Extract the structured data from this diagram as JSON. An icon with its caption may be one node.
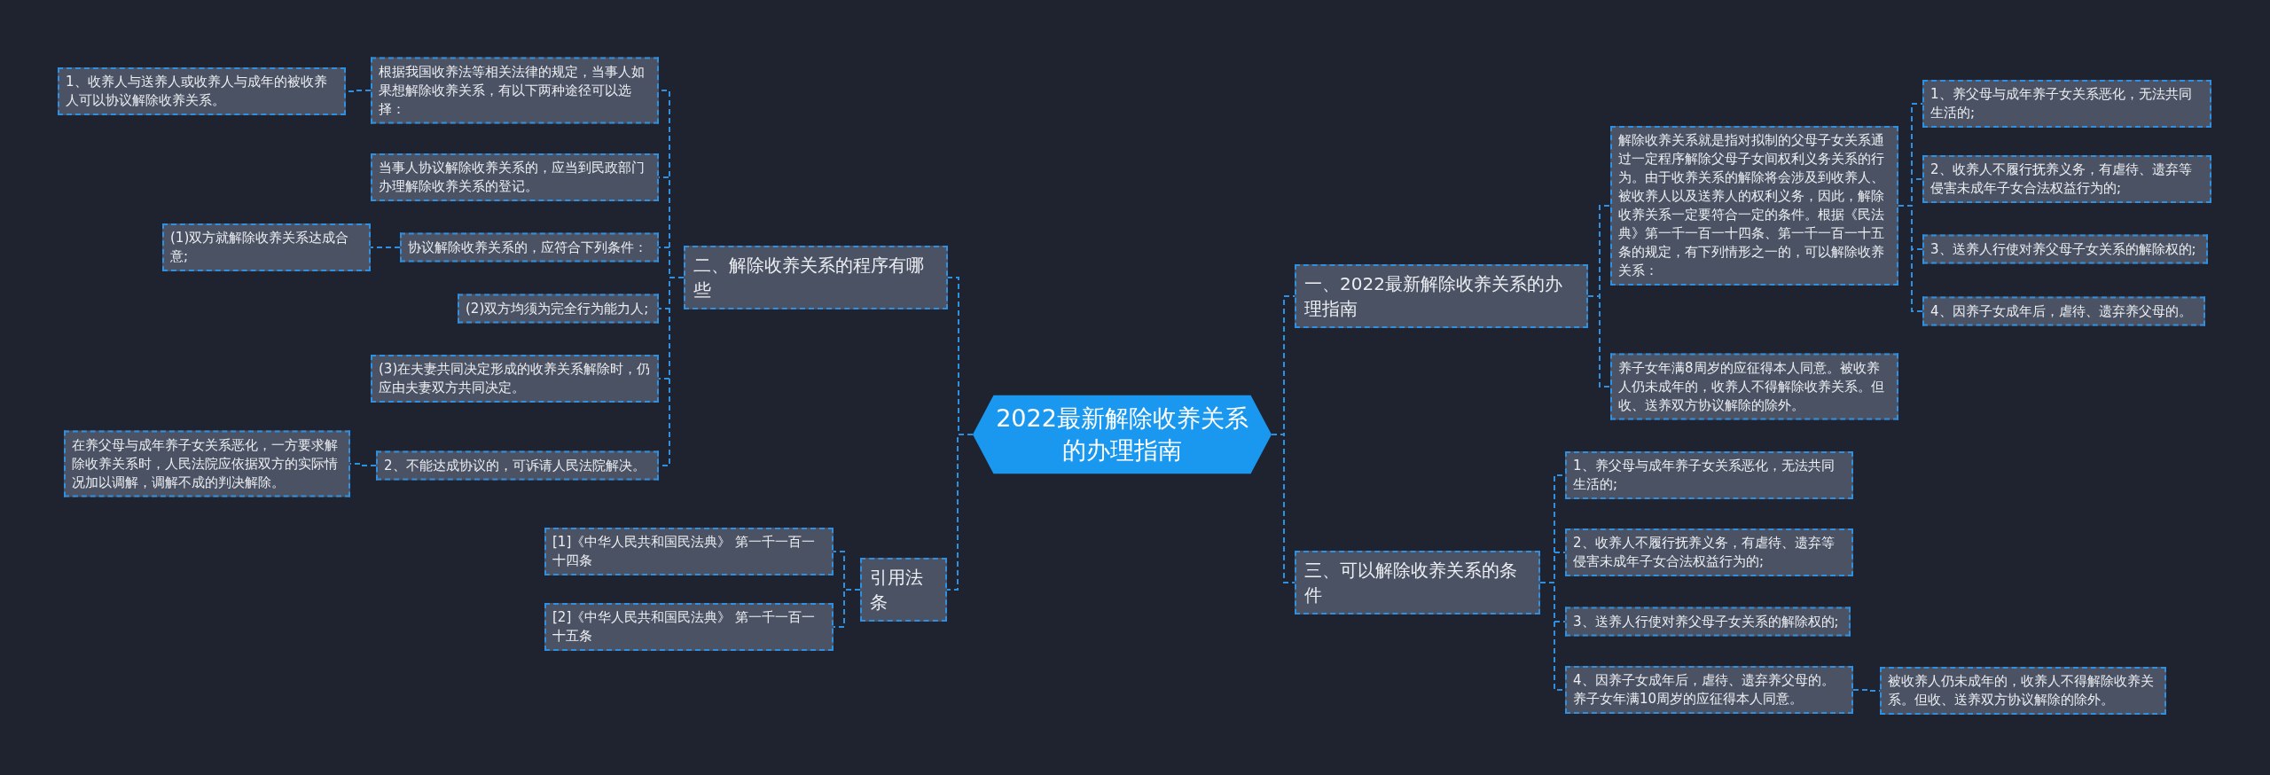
{
  "diagram": {
    "nodes": [
      {
        "text": [
          "2022最新解除收养关系的办理指南"
        ]
      },
      {
        "text": [
          "二、解除收养关系的程序有哪些"
        ]
      },
      {
        "text": [
          "根据我国收养法等相关法律的规定，当事人如果想解除收养关系，有以下两种途径可以选择："
        ]
      },
      {
        "text": [
          "1、收养人与送养人或收养人与成年的被收养人可以协议解除收养关系。"
        ]
      },
      {
        "text": [
          "当事人协议解除收养关系的，应当到民政部门办理解除收养关系的登记。"
        ]
      },
      {
        "text": [
          "协议解除收养关系的，应符合下列条件："
        ]
      },
      {
        "text": [
          "(1)双方就解除收养关系达成合意;"
        ]
      },
      {
        "text": [
          "(2)双方均须为完全行为能力人;"
        ]
      },
      {
        "text": [
          "(3)在夫妻共同决定形成的收养关系解除时，仍应由夫妻双方共同决定。"
        ]
      },
      {
        "text": [
          "2、不能达成协议的，可诉请人民法院解决。"
        ]
      },
      {
        "text": [
          "在养父母与成年养子女关系恶化，一方要求解除收养关系时，人民法院应依据双方的实际情况加以调解，调解不成的判决解除。"
        ]
      },
      {
        "text": [
          "引用法条"
        ]
      },
      {
        "text": [
          "[1]《中华人民共和国民法典》 第一千一百一十四条"
        ]
      },
      {
        "text": [
          "[2]《中华人民共和国民法典》 第一千一百一十五条"
        ]
      },
      {
        "text": [
          "一、2022最新解除收养关系的办理指南"
        ]
      },
      {
        "text": [
          "解除收养关系就是指对拟制的父母子女关系通过一定程序解除父母子女间权利义务关系的行为。由于收养关系的解除将会涉及到收养人、被收养人以及送养人的权利义务，因此，解除收养关系一定要符合一定的条件。根据《民法典》第一千一百一十四条、第一千一百一十五条的规定，有下列情形之一的，可以解除收养关系："
        ]
      },
      {
        "text": [
          "1、养父母与成年养子女关系恶化，无法共同生活的;"
        ]
      },
      {
        "text": [
          "2、收养人不履行抚养义务，有虐待、遗弃等侵害未成年子女合法权益行为的;"
        ]
      },
      {
        "text": [
          "3、送养人行使对养父母子女关系的解除权的;"
        ]
      },
      {
        "text": [
          "4、因养子女成年后，虐待、遗弃养父母的。"
        ]
      },
      {
        "text": [
          "养子女年满8周岁的应征得本人同意。被收养人仍未成年的，收养人不得解除收养关系。但收、送养双方协议解除的除外。"
        ]
      },
      {
        "text": [
          "三、可以解除收养关系的条件"
        ]
      },
      {
        "text": [
          "1、养父母与成年养子女关系恶化，无法共同生活的;"
        ]
      },
      {
        "text": [
          "2、收养人不履行抚养义务，有虐待、遗弃等侵害未成年子女合法权益行为的;"
        ]
      },
      {
        "text": [
          "3、送养人行使对养父母子女关系的解除权的;"
        ]
      },
      {
        "text": [
          "4、因养子女成年后，虐待、遗弃养父母的。养子女年满10周岁的应征得本人同意。"
        ]
      },
      {
        "text": [
          "被收养人仍未成年的，收养人不得解除收养关系。但收、送养双方协议解除的除外。"
        ]
      }
    ],
    "edges": [
      {
        "from": 0,
        "to": 1,
        "arrow": "none"
      },
      {
        "from": 1,
        "to": 2,
        "arrow": "none"
      },
      {
        "from": 2,
        "to": 3,
        "arrow": "none"
      },
      {
        "from": 1,
        "to": 4,
        "arrow": "none"
      },
      {
        "from": 1,
        "to": 5,
        "arrow": "none"
      },
      {
        "from": 5,
        "to": 6,
        "arrow": "none"
      },
      {
        "from": 1,
        "to": 7,
        "arrow": "none"
      },
      {
        "from": 1,
        "to": 8,
        "arrow": "none"
      },
      {
        "from": 1,
        "to": 9,
        "arrow": "none"
      },
      {
        "from": 9,
        "to": 10,
        "arrow": "none"
      },
      {
        "from": 0,
        "to": 11,
        "arrow": "none"
      },
      {
        "from": 11,
        "to": 12,
        "arrow": "none"
      },
      {
        "from": 11,
        "to": 13,
        "arrow": "none"
      },
      {
        "from": 0,
        "to": 14,
        "arrow": "none"
      },
      {
        "from": 14,
        "to": 15,
        "arrow": "none"
      },
      {
        "from": 15,
        "to": 16,
        "arrow": "none"
      },
      {
        "from": 15,
        "to": 17,
        "arrow": "none"
      },
      {
        "from": 15,
        "to": 18,
        "arrow": "none"
      },
      {
        "from": 15,
        "to": 19,
        "arrow": "none"
      },
      {
        "from": 14,
        "to": 20,
        "arrow": "none"
      },
      {
        "from": 0,
        "to": 21,
        "arrow": "none"
      },
      {
        "from": 21,
        "to": 22,
        "arrow": "none"
      },
      {
        "from": 21,
        "to": 23,
        "arrow": "none"
      },
      {
        "from": 21,
        "to": 24,
        "arrow": "none"
      },
      {
        "from": 21,
        "to": 25,
        "arrow": "none"
      },
      {
        "from": 25,
        "to": 26,
        "arrow": "none"
      }
    ]
  }
}
